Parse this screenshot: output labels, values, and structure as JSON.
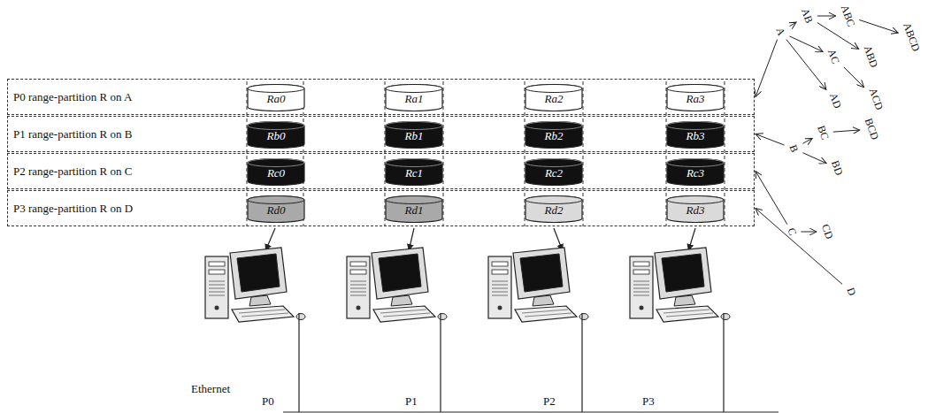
{
  "diagram": {
    "nodes": [
      {
        "text": [
          "P0 range-partition R on A"
        ]
      },
      {
        "text": [
          "Ra0"
        ],
        "in": 0
      },
      {
        "text": [
          "Ra1"
        ],
        "in": 0
      },
      {
        "text": [
          "Ra2"
        ],
        "in": 0
      },
      {
        "text": [
          "Ra3"
        ],
        "in": 0
      },
      {
        "text": [
          "P1 range-partition R on B"
        ]
      },
      {
        "text": [
          "Rb0"
        ],
        "in": 5
      },
      {
        "text": [
          "Rb1"
        ],
        "in": 5
      },
      {
        "text": [
          "Rb2"
        ],
        "in": 5
      },
      {
        "text": [
          "Rb3"
        ],
        "in": 5
      },
      {
        "text": [
          "P2 range-partition R on C"
        ]
      },
      {
        "text": [
          "Rc0"
        ],
        "in": 10
      },
      {
        "text": [
          "Rc1"
        ],
        "in": 10
      },
      {
        "text": [
          "Rc2"
        ],
        "in": 10
      },
      {
        "text": [
          "Rc3"
        ],
        "in": 10
      },
      {
        "text": [
          "P3 range-partition R on D"
        ]
      },
      {
        "text": [
          "Rd0"
        ],
        "in": 15
      },
      {
        "text": [
          "Rd1"
        ],
        "in": 15
      },
      {
        "text": [
          "Rd2"
        ],
        "in": 15
      },
      {
        "text": [
          "Rd3"
        ],
        "in": 15
      },
      {
        "text": [
          "A"
        ]
      },
      {
        "text": [
          "AB"
        ]
      },
      {
        "text": [
          "ABC"
        ]
      },
      {
        "text": [
          "ABCD"
        ]
      },
      {
        "text": [
          "ABD"
        ]
      },
      {
        "text": [
          "AC"
        ]
      },
      {
        "text": [
          "ACD"
        ]
      },
      {
        "text": [
          "AD"
        ]
      },
      {
        "text": [
          "B"
        ]
      },
      {
        "text": [
          "BC"
        ]
      },
      {
        "text": [
          "BCD"
        ]
      },
      {
        "text": [
          "BD"
        ]
      },
      {
        "text": [
          "C"
        ]
      },
      {
        "text": [
          "CD"
        ]
      },
      {
        "text": [
          "D"
        ]
      }
    ],
    "edges": [
      {
        "from": 20,
        "to": 21,
        "arrow": "to"
      },
      {
        "from": 21,
        "to": 22,
        "arrow": "to"
      },
      {
        "from": 22,
        "to": 23,
        "arrow": "to"
      },
      {
        "from": 21,
        "to": 24,
        "arrow": "to"
      },
      {
        "from": 20,
        "to": 25,
        "arrow": "to"
      },
      {
        "from": 25,
        "to": 26,
        "arrow": "to"
      },
      {
        "from": 20,
        "to": 27,
        "arrow": "to"
      },
      {
        "from": 28,
        "to": 29,
        "arrow": "to"
      },
      {
        "from": 29,
        "to": 30,
        "arrow": "to"
      },
      {
        "from": 28,
        "to": 31,
        "arrow": "to"
      },
      {
        "from": 32,
        "to": 33,
        "arrow": "to"
      },
      {
        "from": 20,
        "to": 0,
        "arrow": "to"
      },
      {
        "from": 28,
        "to": 5,
        "arrow": "to"
      },
      {
        "from": 32,
        "to": 10,
        "arrow": "to"
      },
      {
        "from": 34,
        "to": 15,
        "arrow": "to"
      }
    ],
    "labels": [
      "Ethernet",
      "P0",
      "P1",
      "P2",
      "P3"
    ]
  }
}
